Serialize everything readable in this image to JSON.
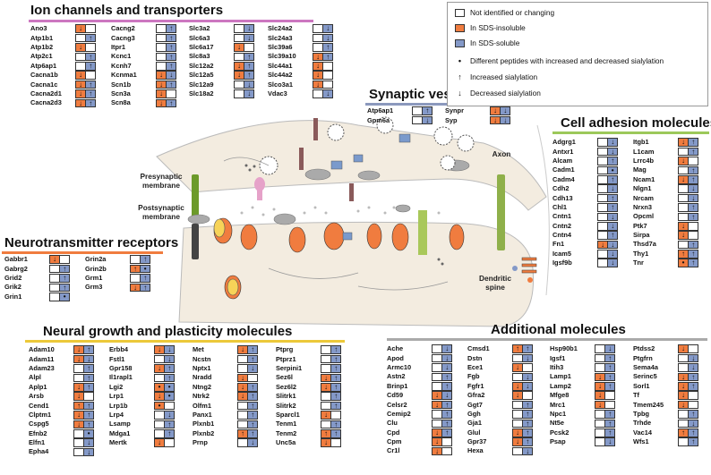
{
  "colors": {
    "insoluble": "#f07c3f",
    "soluble": "#8499c8",
    "none": "#ffffff"
  },
  "legend": {
    "not_identified": "Not identified or changing",
    "insoluble": "In SDS-insoluble",
    "soluble": "In SDS-soluble",
    "both": "Different peptides with increased and decreased sialylation",
    "increased": "Increased sialylation",
    "decreased": "Decreased sialylation"
  },
  "labels": {
    "presynaptic": "Presynaptic membrane",
    "postsynaptic": "Postsynaptic membrane",
    "axon": "Axon",
    "dendritic": "Dendritic spine"
  },
  "sections": [
    {
      "id": "ion",
      "title": "Ion channels and transporters",
      "accent": "#cc77c0",
      "columns": [
        [
          [
            "Ano3",
            "i:d",
            ""
          ],
          [
            "Atp1b1",
            "",
            "s:u"
          ],
          [
            "Atp1b2",
            "i:d",
            ""
          ],
          [
            "Atp2c1",
            "",
            "s:u"
          ],
          [
            "Atp6ap1",
            "",
            "s:u"
          ],
          [
            "Cacna1b",
            "i:d",
            ""
          ],
          [
            "Cacna1c",
            "i:d",
            "s:u"
          ],
          [
            "Cacna2d1",
            "i:d",
            "s:u"
          ],
          [
            "Cacna2d3",
            "i:d",
            "s:u"
          ]
        ],
        [
          [
            "Cacng2",
            "",
            "s:u"
          ],
          [
            "Cacng3",
            "",
            "s:u"
          ],
          [
            "Itpr1",
            "",
            "s:u"
          ],
          [
            "Kcnc1",
            "",
            "s:u"
          ],
          [
            "Kcnh7",
            "",
            "s:u"
          ],
          [
            "Kcnma1",
            "i:d",
            "s:d"
          ],
          [
            "Scn1b",
            "i:d",
            "s:u"
          ],
          [
            "Scn3a",
            "i:d",
            ""
          ],
          [
            "Scn8a",
            "i:d",
            "s:u"
          ]
        ],
        [
          [
            "Slc3a2",
            "",
            "s:d"
          ],
          [
            "Slc6a3",
            "",
            "s:d"
          ],
          [
            "Slc6a17",
            "i:d",
            ""
          ],
          [
            "Slc8a3",
            "",
            "s:u"
          ],
          [
            "Slc12a2",
            "i:d",
            "s:u"
          ],
          [
            "Slc12a5",
            "i:d",
            "s:u"
          ],
          [
            "Slc12a9",
            "",
            "s:d"
          ],
          [
            "Slc18a2",
            "",
            "s:d"
          ]
        ],
        [
          [
            "Slc24a2",
            "",
            "s:d"
          ],
          [
            "Slc24a3",
            "",
            "s:d"
          ],
          [
            "Slc39a6",
            "",
            "s:u"
          ],
          [
            "Slc39a10",
            "i:d",
            "s:u"
          ],
          [
            "Slc44a1",
            "i:d",
            ""
          ],
          [
            "Slc44a2",
            "i:d",
            ""
          ],
          [
            "Slco3a1",
            "i:d",
            ""
          ],
          [
            "Vdac3",
            "",
            "s:d"
          ]
        ]
      ]
    },
    {
      "id": "svm",
      "title": "Synaptic vesicle molecules",
      "accent": "#8b99bd",
      "columns": [
        [
          [
            "Atp6ap1",
            "",
            "s:u"
          ],
          [
            "Gpm6a",
            "",
            "s:d"
          ]
        ],
        [
          [
            "Synpr",
            "i:d",
            "s:d"
          ],
          [
            "Syp",
            "i:d",
            "s:d"
          ]
        ]
      ]
    },
    {
      "id": "cam",
      "title": "Cell adhesion molecules",
      "accent": "#9cc85a",
      "columns": [
        [
          [
            "Adgrg1",
            "",
            "s:d"
          ],
          [
            "Antxr1",
            "",
            "s:d"
          ],
          [
            "Alcam",
            "",
            "s:u"
          ],
          [
            "Cadm1",
            "",
            "s:b"
          ],
          [
            "Cadm4",
            "",
            "s:u"
          ],
          [
            "Cdh2",
            "",
            "s:d"
          ],
          [
            "Cdh13",
            "",
            "s:u"
          ],
          [
            "Chl1",
            "",
            "s:u"
          ],
          [
            "Cntn1",
            "",
            "s:d"
          ],
          [
            "Cntn2",
            "",
            "s:d"
          ],
          [
            "Cntn4",
            "",
            "s:u"
          ],
          [
            "Fn1",
            "i:d",
            "s:d"
          ],
          [
            "Icam5",
            "",
            "s:d"
          ],
          [
            "Igsf9b",
            "",
            "s:d"
          ]
        ],
        [
          [
            "Itgb1",
            "i:d",
            "s:u"
          ],
          [
            "L1cam",
            "",
            "s:u"
          ],
          [
            "Lrrc4b",
            "i:d",
            ""
          ],
          [
            "Mag",
            "",
            "s:u"
          ],
          [
            "Ncam1",
            "i:d",
            "s:u"
          ],
          [
            "Nlgn1",
            "",
            "s:d"
          ],
          [
            "Nrcam",
            "",
            "s:d"
          ],
          [
            "Nrxn3",
            "",
            "s:u"
          ],
          [
            "Opcml",
            "",
            "s:u"
          ],
          [
            "Ptk7",
            "i:d",
            ""
          ],
          [
            "Sirpa",
            "i:d",
            ""
          ],
          [
            "Thsd7a",
            "",
            "s:u"
          ],
          [
            "Thy1",
            "i:u",
            "s:u"
          ],
          [
            "Tnr",
            "i:b",
            "s:u"
          ]
        ]
      ]
    },
    {
      "id": "ntr",
      "title": "Neurotransmitter receptors",
      "accent": "#f07c3f",
      "columns": [
        [
          [
            "Gabbr1",
            "i:d",
            ""
          ],
          [
            "Gabrg2",
            "",
            "s:u"
          ],
          [
            "Grid2",
            "",
            "s:u"
          ],
          [
            "Grik2",
            "",
            "s:u"
          ],
          [
            "Grin1",
            "",
            "s:b"
          ]
        ],
        [
          [
            "Grin2a",
            "",
            "s:u"
          ],
          [
            "Grin2b",
            "i:u",
            "s:b"
          ],
          [
            "Grm1",
            "",
            "s:u"
          ],
          [
            "Grm3",
            "i:d",
            "s:u"
          ]
        ]
      ]
    },
    {
      "id": "ngp",
      "title": "Neural growth and plasticity molecules",
      "accent": "#ecc93a",
      "columns": [
        [
          [
            "Adam10",
            "i:d",
            "s:u"
          ],
          [
            "Adam11",
            "i:d",
            "s:d"
          ],
          [
            "Adam23",
            "",
            "s:u"
          ],
          [
            "Alpl",
            "",
            "s:u"
          ],
          [
            "Aplp1",
            "i:d",
            "s:u"
          ],
          [
            "Arsb",
            "i:d",
            ""
          ],
          [
            "Cend1",
            "i:u",
            "s:u"
          ],
          [
            "Clptm1",
            "i:d",
            "s:u"
          ],
          [
            "Cspg5",
            "i:d",
            "s:u"
          ],
          [
            "Efnb2",
            "",
            "s:b"
          ],
          [
            "Elfn1",
            "",
            "s:d"
          ],
          [
            "Epha4",
            "",
            "s:d"
          ]
        ],
        [
          [
            "Erbb4",
            "i:d",
            "s:d"
          ],
          [
            "Fstl1",
            "",
            "s:d"
          ],
          [
            "Gpr158",
            "i:d",
            "s:u"
          ],
          [
            "Il1rapl1",
            "",
            "s:u"
          ],
          [
            "Lgi2",
            "i:b",
            "s:b"
          ],
          [
            "Lrp1",
            "i:d",
            "s:b"
          ],
          [
            "Lrp1b",
            "i:b",
            ""
          ],
          [
            "Lrp4",
            "",
            "s:d"
          ],
          [
            "Lsamp",
            "",
            "s:u"
          ],
          [
            "Mdga1",
            "",
            "s:u"
          ],
          [
            "Mertk",
            "i:d",
            ""
          ]
        ],
        [
          [
            "Met",
            "i:d",
            "s:u"
          ],
          [
            "Ncstn",
            "",
            "s:u"
          ],
          [
            "Nptx1",
            "",
            "s:d"
          ],
          [
            "Nradd",
            "i:d",
            ""
          ],
          [
            "Ntng2",
            "i:d",
            "s:u"
          ],
          [
            "Ntrk2",
            "i:d",
            "s:u"
          ],
          [
            "Olfm1",
            "",
            "s:u"
          ],
          [
            "Panx1",
            "",
            "s:u"
          ],
          [
            "Plxnb1",
            "",
            "s:u"
          ],
          [
            "Plxnb2",
            "i:u",
            "s:u"
          ],
          [
            "Prnp",
            "",
            "s:d"
          ]
        ],
        [
          [
            "Ptprg",
            "",
            "s:u"
          ],
          [
            "Ptprz1",
            "",
            "s:u"
          ],
          [
            "Serpini1",
            "",
            "s:u"
          ],
          [
            "Sez6l",
            "i:d",
            "s:u"
          ],
          [
            "Sez6l2",
            "i:d",
            "s:u"
          ],
          [
            "Slitrk1",
            "",
            "s:u"
          ],
          [
            "Slitrk2",
            "",
            "s:u"
          ],
          [
            "Sparcl1",
            "i:d",
            ""
          ],
          [
            "Tenm1",
            "",
            "s:u"
          ],
          [
            "Tenm2",
            "i:u",
            "s:u"
          ],
          [
            "Unc5a",
            "i:d",
            ""
          ]
        ]
      ]
    },
    {
      "id": "add",
      "title": "Additional molecules",
      "accent": "#aaaaaa",
      "columns": [
        [
          [
            "Ache",
            "",
            "s:d"
          ],
          [
            "Apod",
            "",
            "s:d"
          ],
          [
            "Armc10",
            "",
            "s:d"
          ],
          [
            "Astn2",
            "",
            "s:u"
          ],
          [
            "Brinp1",
            "",
            "s:u"
          ],
          [
            "Cd59",
            "i:d",
            "s:d"
          ],
          [
            "Celsr2",
            "i:d",
            "s:u"
          ],
          [
            "Cemip2",
            "",
            "s:u"
          ],
          [
            "Clu",
            "",
            "s:u"
          ],
          [
            "Cpd",
            "i:d",
            "s:u"
          ],
          [
            "Cpm",
            "i:d",
            ""
          ],
          [
            "Cr1l",
            "i:d",
            ""
          ]
        ],
        [
          [
            "Cmsd1",
            "i:u",
            "s:u"
          ],
          [
            "Dstn",
            "",
            "s:d"
          ],
          [
            "Ece1",
            "i:d",
            ""
          ],
          [
            "Fgb",
            "",
            "s:d"
          ],
          [
            "Fgfr1",
            "i:d",
            "s:d"
          ],
          [
            "Gfra2",
            "i:d",
            ""
          ],
          [
            "Ggt7",
            "",
            "s:u"
          ],
          [
            "Ggh",
            "",
            "s:u"
          ],
          [
            "Gja1",
            "",
            "s:u"
          ],
          [
            "Glul",
            "i:d",
            "s:u"
          ],
          [
            "Gpr37",
            "i:d",
            "s:u"
          ],
          [
            "Hexa",
            "",
            "s:d"
          ]
        ],
        [
          [
            "Hsp90b1",
            "",
            "s:d"
          ],
          [
            "Igsf1",
            "",
            "s:u"
          ],
          [
            "Itih3",
            "",
            "s:u"
          ],
          [
            "Lamp1",
            "i:d",
            "s:u"
          ],
          [
            "Lamp2",
            "i:d",
            "s:u"
          ],
          [
            "Mfge8",
            "i:d",
            ""
          ],
          [
            "Mrc1",
            "i:d",
            ""
          ],
          [
            "Npc1",
            "",
            "s:u"
          ],
          [
            "Nt5e",
            "",
            "s:u"
          ],
          [
            "Pcsk2",
            "",
            "s:u"
          ],
          [
            "Psap",
            "",
            "s:d"
          ]
        ],
        [
          [
            "Ptdss2",
            "i:d",
            ""
          ],
          [
            "Ptgfrn",
            "",
            "s:d"
          ],
          [
            "Sema4a",
            "",
            "s:d"
          ],
          [
            "Serinc5",
            "i:d",
            "s:u"
          ],
          [
            "Sorl1",
            "i:d",
            "s:u"
          ],
          [
            "Tf",
            "i:d",
            ""
          ],
          [
            "Tmem245",
            "i:d",
            ""
          ],
          [
            "Tpbg",
            "",
            "s:u"
          ],
          [
            "Trhde",
            "",
            "s:d"
          ],
          [
            "Vac14",
            "i:u",
            "s:u"
          ],
          [
            "Wfs1",
            "",
            "s:u"
          ]
        ]
      ]
    }
  ]
}
